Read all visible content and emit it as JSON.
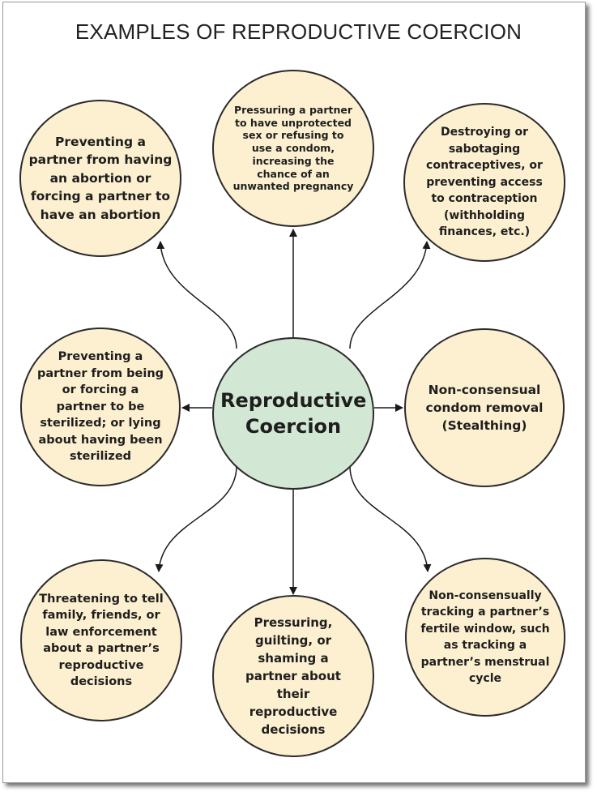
{
  "title": "EXAMPLES OF REPRODUCTIVE COERCION",
  "center_node": "Reproductive Coercion",
  "nodes": {
    "top_left": "Preventing a partner from having an abortion or forcing a partner to have an abortion",
    "top_center": "Pressuring a partner to have unprotected sex or refusing to use a condom, increasing the chance of an unwanted pregnancy",
    "top_right": "Destroying or sabotaging contraceptives, or preventing access to contraception (withholding finances, etc.)",
    "middle_left": "Preventing a partner from being or forcing a partner to be sterilized; or lying about having been sterilized",
    "middle_right": "Non-consensual condom removal (Stealthing)",
    "bottom_left": "Threatening to tell family, friends, or law enforcement about a partner’s reproductive decisions",
    "bottom_center": "Pressuring, guilting, or shaming a partner about their reproductive decisions",
    "bottom_right": "Non-consensually tracking a partner’s fertile window, such as tracking a partner’s menstrual cycle"
  },
  "colors": {
    "center_fill": "#d3e8d4",
    "node_fill": "#fdf0d0",
    "stroke": "#2b2b2b"
  }
}
